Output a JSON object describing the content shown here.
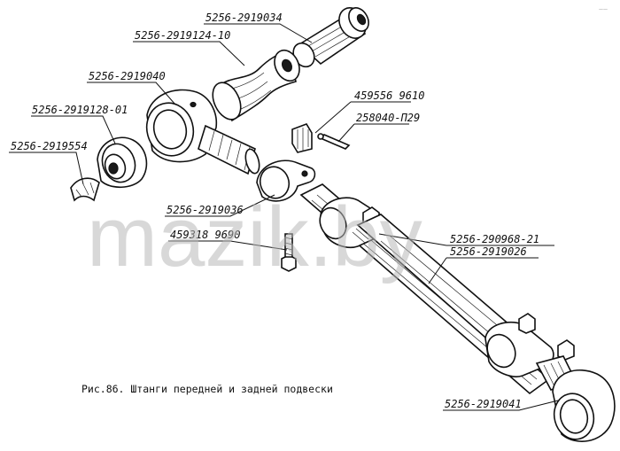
{
  "figure": {
    "caption": "Рис.86. Штанги передней и задней подвески",
    "watermark": "mazik.by",
    "corner_mark": "——",
    "labels": {
      "p2919034": "5256-2919034",
      "p2919124_10": "5256-2919124-10",
      "p2919040": "5256-2919040",
      "p4595569610": "459556 9610",
      "p258040": "258040-П29",
      "p2919128_01": "5256-2919128-01",
      "p2919554": "5256-2919554",
      "p2919036": "5256-2919036",
      "p4593189690": "459318 9690",
      "p290968_21": "5256-290968-21",
      "p2919026": "5256-2919026",
      "p2919041": "5256-2919041"
    }
  }
}
